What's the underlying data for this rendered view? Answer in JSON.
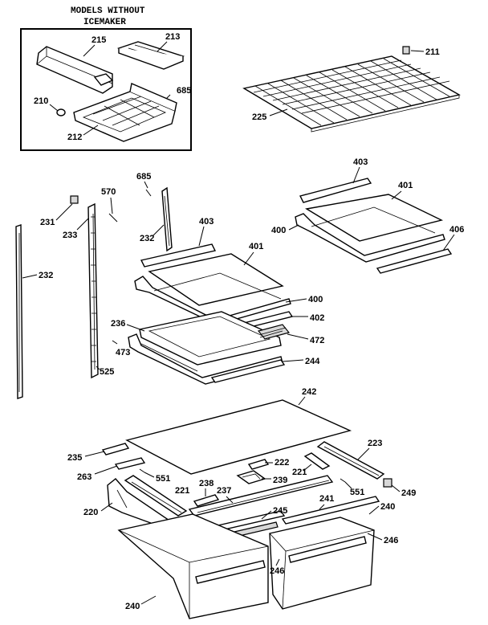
{
  "inset": {
    "title_line1": "MODELS WITHOUT",
    "title_line2": "ICEMAKER"
  },
  "labels": {
    "l215": "215",
    "l213": "213",
    "l685a": "685",
    "l210": "210",
    "l212": "212",
    "l211": "211",
    "l225": "225",
    "l403a": "403",
    "l401a": "401",
    "l400a": "400",
    "l406": "406",
    "l685b": "685",
    "l570": "570",
    "l231": "231",
    "l233": "233",
    "l232a": "232",
    "l403b": "403",
    "l401b": "401",
    "l232b": "232",
    "l400b": "400",
    "l402": "402",
    "l236": "236",
    "l472": "472",
    "l473": "473",
    "l244": "244",
    "l525": "525",
    "l242": "242",
    "l235": "235",
    "l223": "223",
    "l222": "222",
    "l263": "263",
    "l221a": "221",
    "l551a": "551",
    "l239": "239",
    "l238": "238",
    "l237": "237",
    "l221b": "221",
    "l551b": "551",
    "l249": "249",
    "l220": "220",
    "l241": "241",
    "l240a": "240",
    "l245": "245",
    "l246a": "246",
    "l246b": "246",
    "l240b": "240"
  }
}
